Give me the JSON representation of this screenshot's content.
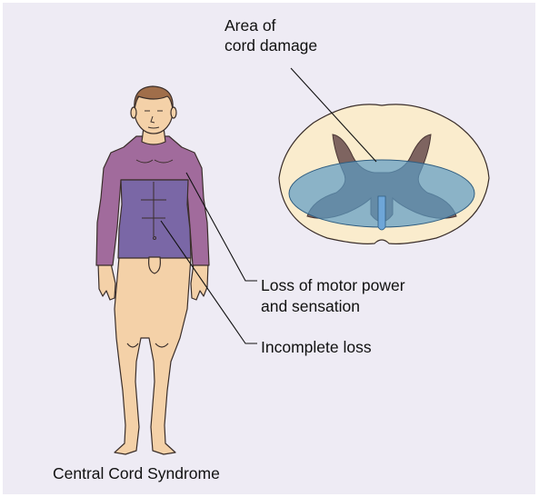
{
  "figure": {
    "caption": "Central Cord Syndrome",
    "labels": {
      "damage_line1": "Area of",
      "damage_line2": "cord damage",
      "motor_line1": "Loss of motor power",
      "motor_line2": "and sensation",
      "incomplete": "Incomplete loss"
    },
    "colors": {
      "background": "#eeebf4",
      "skin": "#f4d1a8",
      "hair": "#a06e4a",
      "complete_loss_purple": "#a16b9c",
      "incomplete_loss_violet": "#7a67a6",
      "cord_white_matter": "#faeccd",
      "gray_matter": "#7e6460",
      "damage_area_blue": "#5b9bc4"
    }
  }
}
